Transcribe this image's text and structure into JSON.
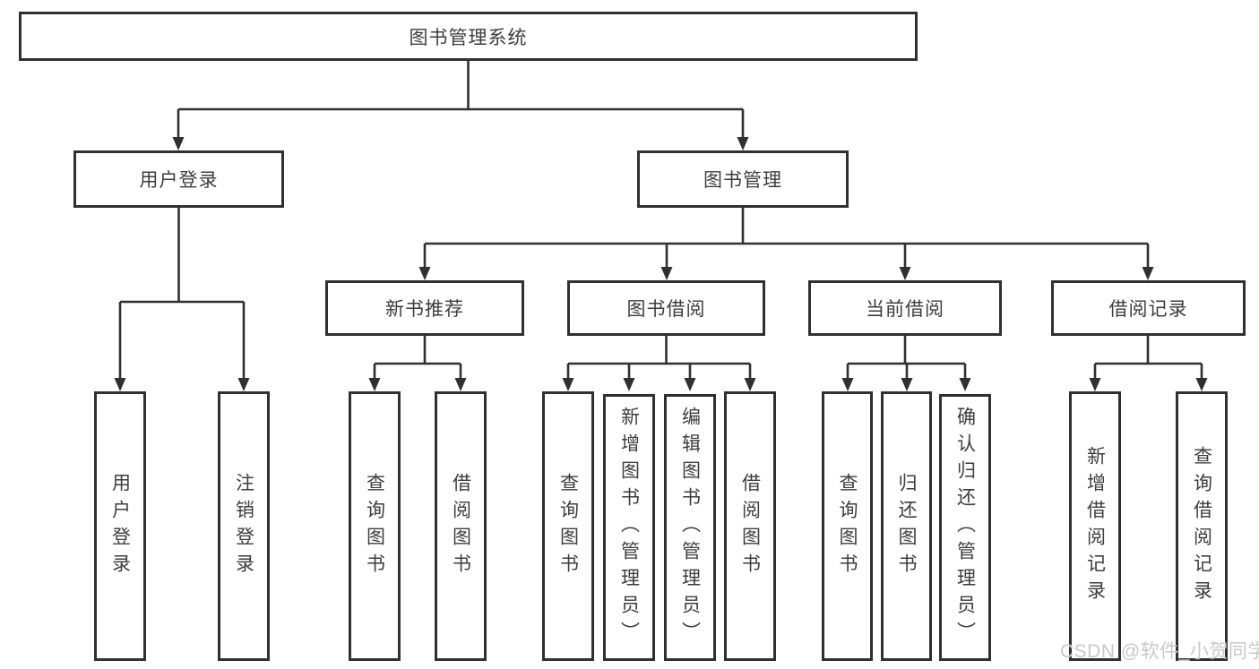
{
  "nodes": {
    "root": "图书管理系统",
    "user_login": "用户登录",
    "book_mgmt": "图书管理",
    "new_book_rec": "新书推荐",
    "book_borrow": "图书借阅",
    "current_borrow": "当前借阅",
    "borrow_records": "借阅记录",
    "ul_user_login": "用户登录",
    "ul_logout": "注销登录",
    "nr_query_book": "查询图书",
    "nr_borrow_book": "借阅图书",
    "bb_query_book": "查询图书",
    "bb_add_book": "新增图书（管理员）",
    "bb_edit_book": "编辑图书（管理员）",
    "bb_borrow_book": "借阅图书",
    "cb_query_book": "查询图书",
    "cb_return_book": "归还图书",
    "cb_confirm_return": "确认归还（管理员）",
    "br_add_record": "新增借阅记录",
    "br_query_record": "查询借阅记录"
  },
  "edges": [
    {
      "parent": "root",
      "children": [
        "user_login",
        "book_mgmt"
      ]
    },
    {
      "parent": "user_login",
      "children": [
        "ul_user_login",
        "ul_logout"
      ]
    },
    {
      "parent": "book_mgmt",
      "children": [
        "new_book_rec",
        "book_borrow",
        "current_borrow",
        "borrow_records"
      ]
    },
    {
      "parent": "new_book_rec",
      "children": [
        "nr_query_book",
        "nr_borrow_book"
      ]
    },
    {
      "parent": "book_borrow",
      "children": [
        "bb_query_book",
        "bb_add_book",
        "bb_edit_book",
        "bb_borrow_book"
      ]
    },
    {
      "parent": "current_borrow",
      "children": [
        "cb_query_book",
        "cb_return_book",
        "cb_confirm_return"
      ]
    },
    {
      "parent": "borrow_records",
      "children": [
        "br_add_record",
        "br_query_record"
      ]
    }
  ],
  "watermark": "CSDN @软件_小贺同学",
  "colors": {
    "line": "#303030",
    "box_border": "#303030",
    "text": "#3d3d3d",
    "watermark": "#c8c8c8",
    "background": "#ffffff"
  }
}
